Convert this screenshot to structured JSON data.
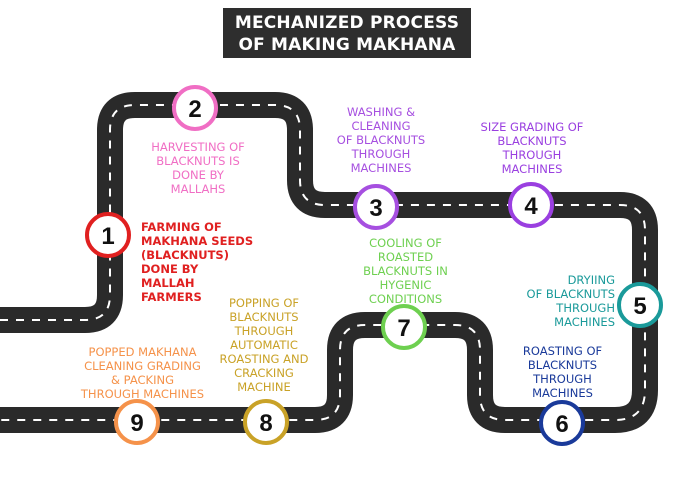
{
  "title": {
    "line1": "MECHANIZED PROCESS",
    "line2": "OF MAKING MAKHANA"
  },
  "steps": [
    {
      "number": "1",
      "text": "FARMING OF\nMAKHANA SEEDS\n(BLACKNUTS)\nDONE BY\nMALLAH\nFARMERS",
      "color": "#e02020"
    },
    {
      "number": "2",
      "text": "HARVESTING  OF\nBLACKNUTS IS\nDONE BY\nMALLAHS",
      "color": "#f06ec4"
    },
    {
      "number": "3",
      "text": "WASHING &\nCLEANING\nOF BLACKNUTS\nTHROUGH\nMACHINES",
      "color": "#a64fe0"
    },
    {
      "number": "4",
      "text": "SIZE GRADING OF\nBLACKNUTS\nTHROUGH\nMACHINES",
      "color": "#9a3fe0"
    },
    {
      "number": "5",
      "text": "DRYIING\nOF BLACKNUTS\nTHROUGH\nMACHINES",
      "color": "#1a9a9a"
    },
    {
      "number": "6",
      "text": "ROASTING OF\nBLACKNUTS\nTHROUGH\nMACHINES",
      "color": "#1a3a9a"
    },
    {
      "number": "7",
      "text": "COOLING OF\nROASTED\nBLACKNUTS IN\nHYGENIC\nCONDITIONS",
      "color": "#6ed050"
    },
    {
      "number": "8",
      "text": "POPPING OF\nBLACKNUTS\nTHROUGH\nAUTOMATIC\nROASTING AND\nCRACKING\nMACHINE",
      "color": "#c9a227"
    },
    {
      "number": "9",
      "text": "POPPED MAKHANA\nCLEANING GRADING\n& PACKING\nTHROUGH MACHINES",
      "color": "#f5924a"
    }
  ],
  "colors": {
    "road": "#2a2a2a",
    "dash": "#ffffff",
    "title_bg": "#2e2e2e"
  }
}
